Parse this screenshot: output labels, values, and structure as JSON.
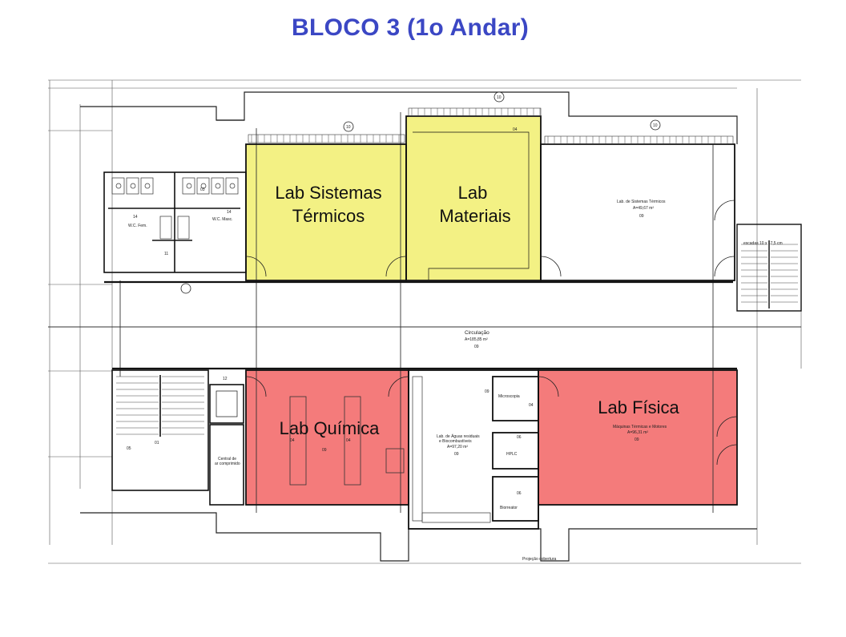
{
  "title": "BLOCO 3 (1o Andar)",
  "labs": {
    "sistemas_termicos": {
      "line1": "Lab Sistemas",
      "line2": "Térmicos",
      "color": "#f3f184"
    },
    "materiais": {
      "line1": "Lab",
      "line2": "Materiais",
      "color": "#f3f184"
    },
    "quimica": {
      "label": "Lab Química",
      "color": "#f47b7b"
    },
    "fisica": {
      "label": "Lab Física",
      "color": "#f47b7b"
    }
  },
  "plan_notes": {
    "circulacao": "Circulação",
    "circulacao_area": "A=185,85 m²",
    "circulacao_num": "09",
    "lab_sistemas_termicos_small": "Lab. de Sistemas Térmicos",
    "lab_sistemas_termicos_area": "A=49,67 m²",
    "maquinas_termicas": "Máquinas Térmicas e Motores",
    "maquinas_area": "A=96,31 m²",
    "lab_aguas": "Lab. de Águas residuais",
    "lab_aguas_2": "e Biocombustíveis",
    "lab_aguas_area": "A=97,20 m²",
    "microscopia": "Microscopia",
    "hplc": "HPLC",
    "biorreator": "Biorreator",
    "central_ar": "Central de",
    "central_ar_2": "ar comprimido",
    "wc_fem": "W.C. Fem.",
    "wc_masc": "W.C. Masc.",
    "escada_area": "escadas 10 x 17,5 cm",
    "projecao": "Projeção cobertura",
    "num_10": "10",
    "num_14": "14",
    "num_12": "12",
    "num_01": "01",
    "num_05": "05",
    "num_09": "09",
    "num_04": "04",
    "num_06": "06",
    "num_11": "11",
    "num_03": "03"
  }
}
